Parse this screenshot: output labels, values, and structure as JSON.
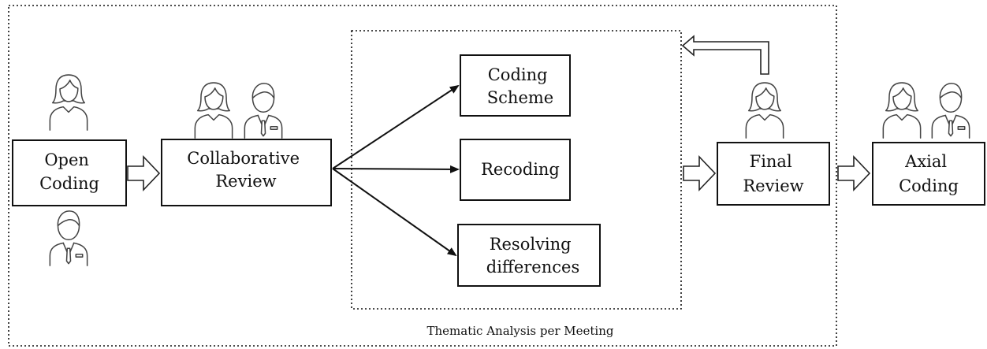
{
  "outer_caption": "Thematic Analysis per Meeting",
  "steps": {
    "open_coding": [
      "Open",
      "Coding"
    ],
    "collaborative_review": [
      "Collaborative",
      "Review"
    ],
    "final_review": [
      "Final",
      "Review"
    ],
    "axial_coding": [
      "Axial",
      "Coding"
    ]
  },
  "sub_steps": {
    "coding_scheme": [
      "Coding",
      "Scheme"
    ],
    "recoding": [
      "Recoding"
    ],
    "resolving_differences": [
      "Resolving",
      "differences"
    ]
  },
  "icons": {
    "female": "female-researcher-icon",
    "male": "male-researcher-icon"
  }
}
